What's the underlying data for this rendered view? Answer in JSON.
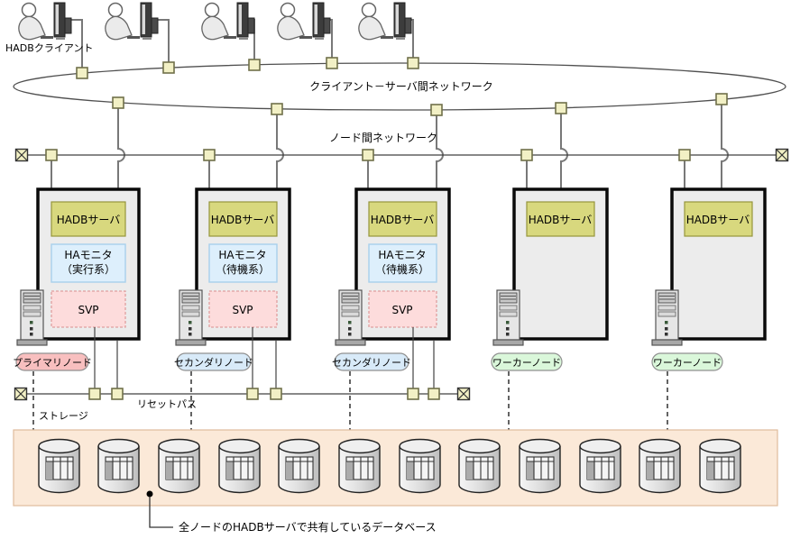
{
  "diagram_title": "HADB cluster configuration diagram",
  "clients": {
    "label": "HADBクライアント",
    "count": 5
  },
  "networks": {
    "client_server": {
      "label": "クライアント－サーバ間ネットワーク"
    },
    "node": {
      "label": "ノード間ネットワーク"
    },
    "reset": {
      "label": "リセットパス"
    }
  },
  "nodes": [
    {
      "server": "HADBサーバ",
      "monitor_line1": "HAモニタ",
      "monitor_line2": "（実行系）",
      "svp": "SVP",
      "role": "プライマリノード"
    },
    {
      "server": "HADBサーバ",
      "monitor_line1": "HAモニタ",
      "monitor_line2": "（待機系）",
      "svp": "SVP",
      "role": "セカンダリノード"
    },
    {
      "server": "HADBサーバ",
      "monitor_line1": "HAモニタ",
      "monitor_line2": "（待機系）",
      "svp": "SVP",
      "role": "セカンダリノード"
    },
    {
      "server": "HADBサーバ",
      "role": "ワーカーノード"
    },
    {
      "server": "HADBサーバ",
      "role": "ワーカーノード"
    }
  ],
  "storage": {
    "label": "ストレージ",
    "cylinder_count": 12,
    "callout": "全ノードのHADBサーバで共有しているデータベース"
  },
  "colors": {
    "hadb_server_fill": "#D8D87E",
    "ha_monitor_fill": "#DDEFFC",
    "svp_fill": "#FDDCDC",
    "primary_pill_fill": "#F8BFBF",
    "secondary_pill_fill": "#D8EAF8",
    "worker_pill_fill": "#DAF7DA",
    "connector_fill": "#F2F0C5",
    "storage_fill": "#FBE9D8",
    "node_box_fill": "#ECECEC"
  }
}
